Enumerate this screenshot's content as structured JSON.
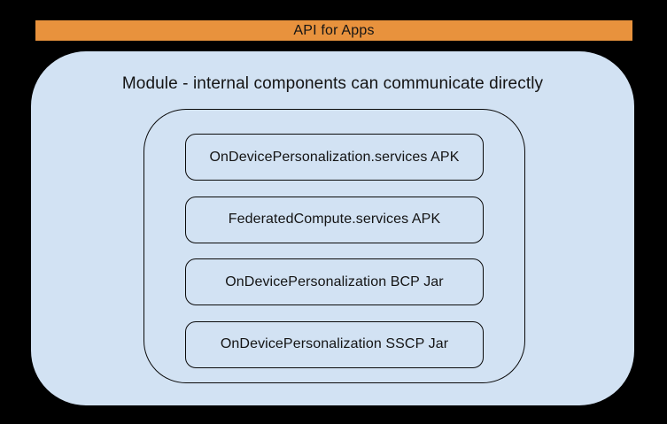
{
  "banner": {
    "label": "API for Apps"
  },
  "module": {
    "title": "Module - internal components can communicate directly"
  },
  "components": [
    {
      "label": "OnDevicePersonalization.services APK"
    },
    {
      "label": "FederatedCompute.services APK"
    },
    {
      "label": "OnDevicePersonalization BCP Jar"
    },
    {
      "label": "OnDevicePersonalization SSCP Jar"
    }
  ],
  "colors": {
    "banner_bg": "#e8923d",
    "module_bg": "#d2e2f3",
    "background": "#000000",
    "outline": "#0a0a0a",
    "text": "#141414"
  }
}
